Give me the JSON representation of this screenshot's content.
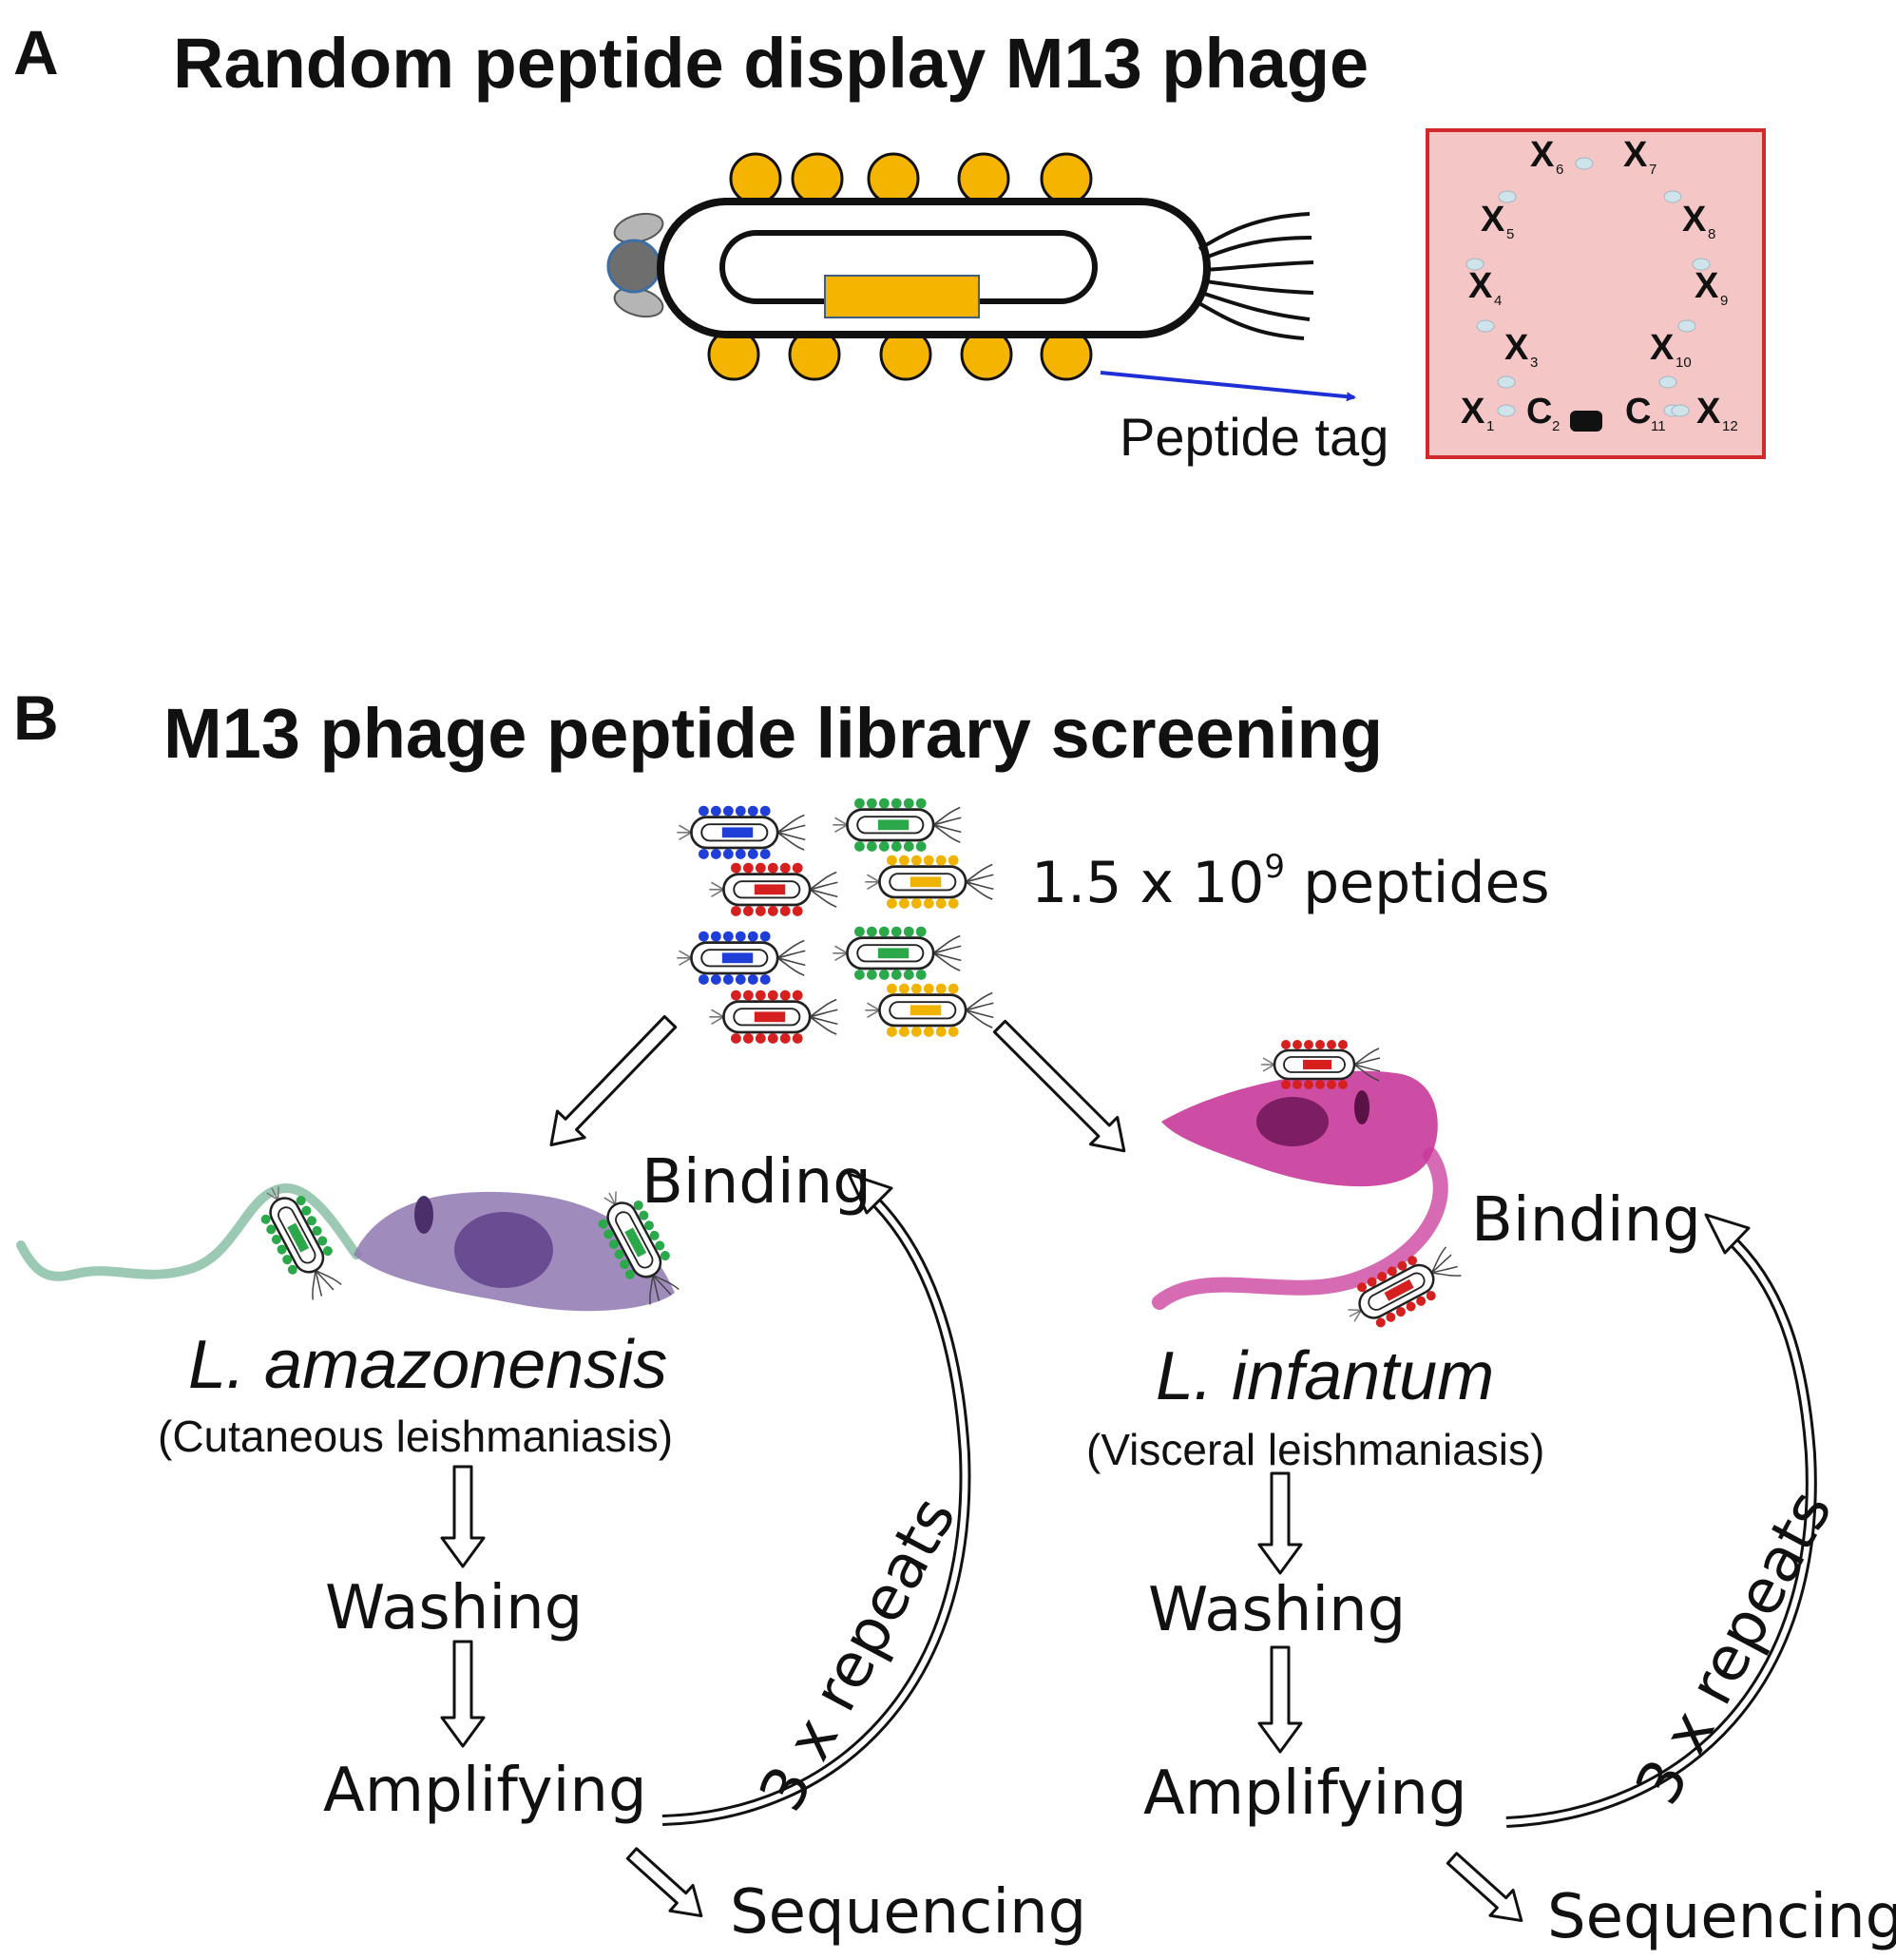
{
  "panel_a": {
    "letter": "A",
    "title": "Random peptide display M13 phage",
    "peptide_tag_label": "Peptide tag",
    "peptide_positions": [
      {
        "residue": "X",
        "index": "1"
      },
      {
        "residue": "C",
        "index": "2"
      },
      {
        "residue": "X",
        "index": "3"
      },
      {
        "residue": "X",
        "index": "4"
      },
      {
        "residue": "X",
        "index": "5"
      },
      {
        "residue": "X",
        "index": "6"
      },
      {
        "residue": "X",
        "index": "7"
      },
      {
        "residue": "X",
        "index": "8"
      },
      {
        "residue": "X",
        "index": "9"
      },
      {
        "residue": "X",
        "index": "10"
      },
      {
        "residue": "C",
        "index": "11"
      },
      {
        "residue": "X",
        "index": "12"
      }
    ]
  },
  "panel_b": {
    "letter": "B",
    "title": "M13 phage peptide library screening",
    "library_count_prefix": "1.5 x 10",
    "library_count_exponent": "9",
    "library_count_suffix": " peptides",
    "left": {
      "species": "L. amazonensis",
      "disease": "(Cutaneous leishmaniasis)",
      "binding": "Binding",
      "washing": "Washing",
      "amplifying": "Amplifying",
      "sequencing": "Sequencing",
      "repeats": "3 x repeats"
    },
    "right": {
      "species": "L. infantum",
      "disease": "(Visceral leishmaniasis)",
      "binding": "Binding",
      "washing": "Washing",
      "amplifying": "Amplifying",
      "sequencing": "Sequencing",
      "repeats": "3 x repeats"
    }
  },
  "colors": {
    "coat_protein": "#f5b400",
    "peptide_box_fill": "#f4c6c6",
    "peptide_box_border": "#d22a2a",
    "tag_arrow": "#1f2fd6",
    "library_blue": "#1f3fd8",
    "library_green": "#2aa84a",
    "library_red": "#d62020",
    "library_yellow": "#f0b400",
    "amazonensis_cell": "#7b5aa6",
    "infantum_cell": "#c8389a"
  }
}
